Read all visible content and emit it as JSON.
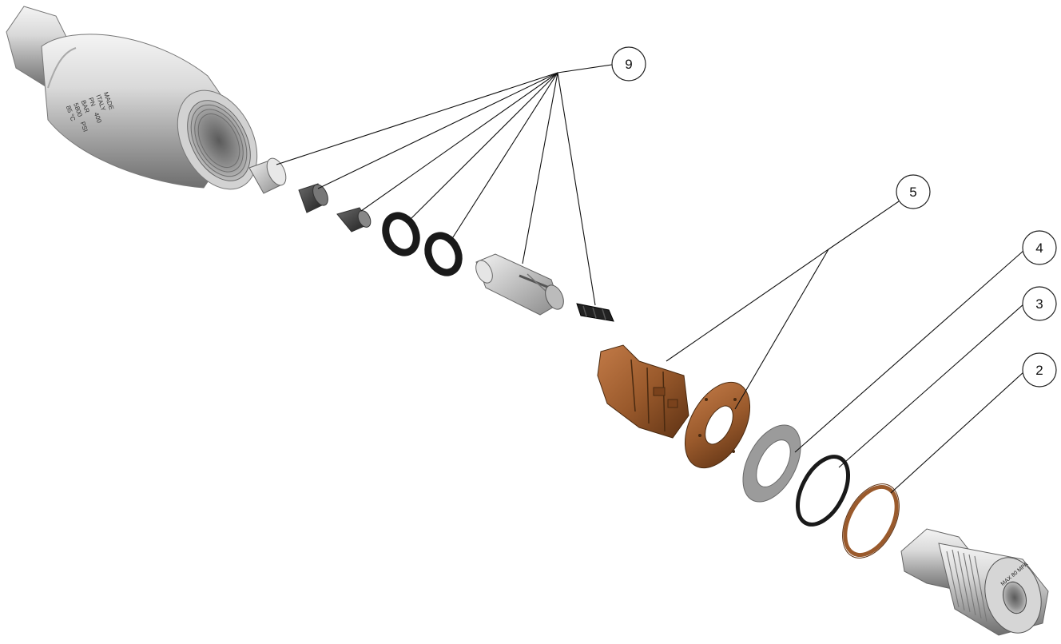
{
  "diagram": {
    "type": "exploded-assembly",
    "callouts": [
      {
        "id": "c9",
        "label": "9"
      },
      {
        "id": "c5",
        "label": "5"
      },
      {
        "id": "c4",
        "label": "4"
      },
      {
        "id": "c3",
        "label": "3"
      },
      {
        "id": "c2",
        "label": "2"
      }
    ],
    "body_engraving": [
      "MADE",
      "ITALY",
      "PN",
      "400",
      "BAR",
      "5800",
      "PSI",
      "85 °C"
    ],
    "fitting_engraving": "MAX 80 MPA"
  },
  "colors": {
    "steel": "#c9c9c9",
    "bronze": "#9a5a2c",
    "rubber": "#1a1a1a",
    "gasket": "#9b9b9b",
    "line": "#111111"
  }
}
